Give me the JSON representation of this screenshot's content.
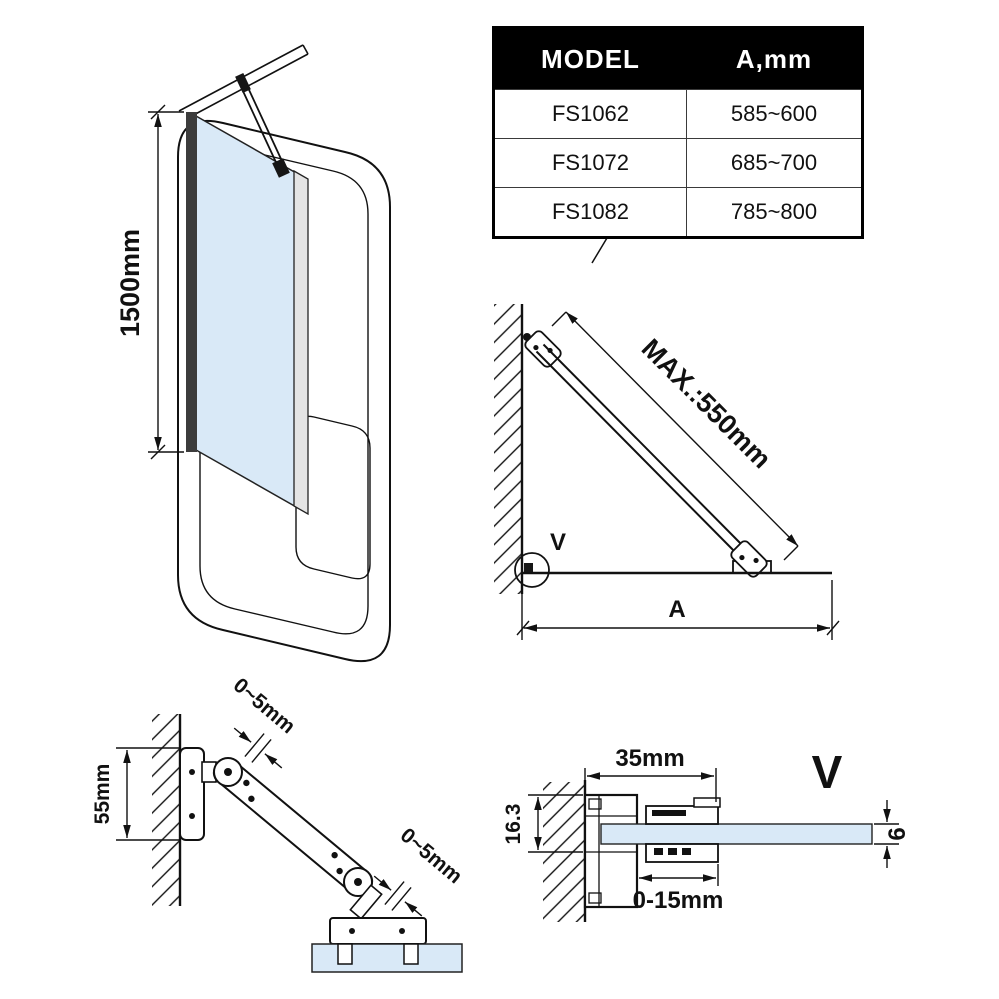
{
  "colors": {
    "glass": "#d9e9f7",
    "outline": "#111111",
    "table_header_bg": "#000000",
    "table_header_text": "#ffffff"
  },
  "model_table": {
    "header": {
      "model": "MODEL",
      "a": "A,mm"
    },
    "rows": [
      {
        "model": "FS1062",
        "a": "585~600"
      },
      {
        "model": "FS1072",
        "a": "685~700"
      },
      {
        "model": "FS1082",
        "a": "785~800"
      }
    ]
  },
  "front_view": {
    "height_dim": "1500mm"
  },
  "side_view": {
    "arm_dim": "MAX.:550mm",
    "width_dim": "A",
    "detail_marker": "V"
  },
  "hinge_detail": {
    "bracket_dim": "55mm",
    "upper_gap_dim": "0~5mm",
    "lower_gap_dim": "0~5mm"
  },
  "section_detail": {
    "title": "V",
    "offset_dim": "16.3",
    "profile_width_dim": "35mm",
    "glass_thickness_dim": "6",
    "adjust_dim": "0-15mm"
  }
}
